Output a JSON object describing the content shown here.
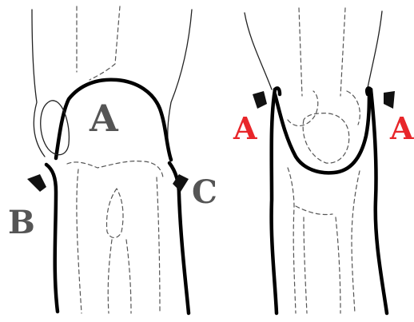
{
  "labels": {
    "left_a": "A",
    "left_b": "B",
    "left_c": "C",
    "right_a_left": "A",
    "right_a_right": "A"
  },
  "colors": {
    "outline": "#000000",
    "dashed": "#555555",
    "label_gray": "#555555",
    "label_red": "#e8262a"
  },
  "icons": {
    "pointer": "arrow-pointer-icon"
  }
}
